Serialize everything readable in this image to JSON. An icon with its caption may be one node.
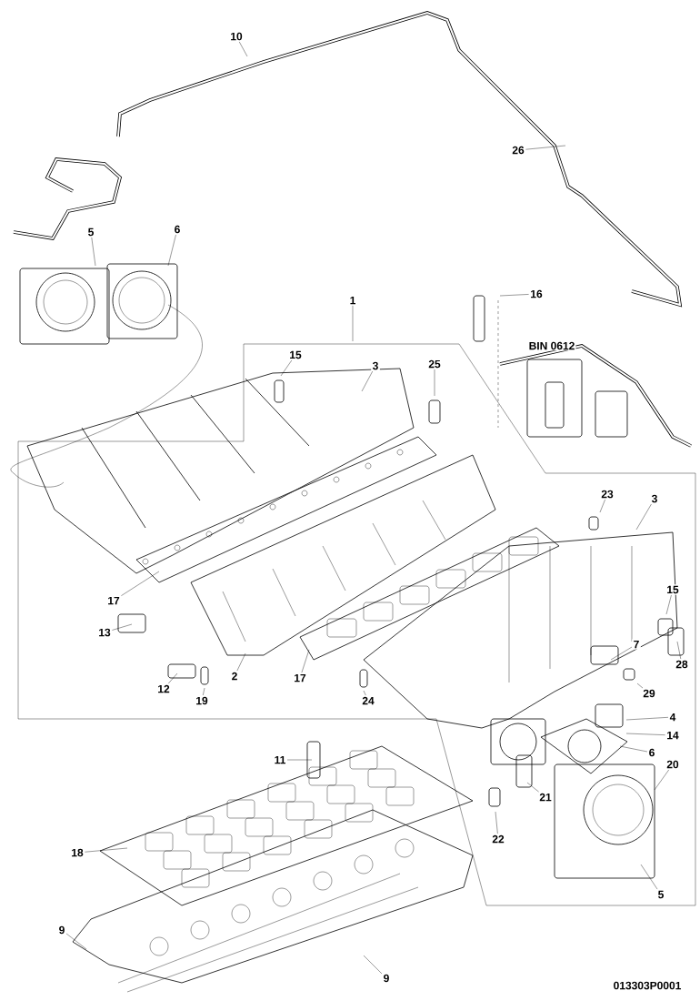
{
  "diagram": {
    "nodes": [
      {
        "text": [
          "10"
        ]
      },
      {
        "text": [
          "26"
        ]
      },
      {
        "text": [
          "5"
        ]
      },
      {
        "text": [
          "6"
        ]
      },
      {
        "text": [
          "1"
        ]
      },
      {
        "text": [
          "16"
        ]
      },
      {
        "text": [
          "15"
        ]
      },
      {
        "text": [
          "3"
        ]
      },
      {
        "text": [
          "25"
        ]
      },
      {
        "text": [
          "23"
        ]
      },
      {
        "text": [
          "3"
        ]
      },
      {
        "text": [
          "17"
        ]
      },
      {
        "text": [
          "15"
        ]
      },
      {
        "text": [
          "13"
        ]
      },
      {
        "text": [
          "7"
        ]
      },
      {
        "text": [
          "28"
        ]
      },
      {
        "text": [
          "12"
        ]
      },
      {
        "text": [
          "2"
        ]
      },
      {
        "text": [
          "17"
        ]
      },
      {
        "text": [
          "19"
        ]
      },
      {
        "text": [
          "24"
        ]
      },
      {
        "text": [
          "29"
        ]
      },
      {
        "text": [
          "4"
        ]
      },
      {
        "text": [
          "14"
        ]
      },
      {
        "text": [
          "11"
        ]
      },
      {
        "text": [
          "6"
        ]
      },
      {
        "text": [
          "20"
        ]
      },
      {
        "text": [
          "21"
        ]
      },
      {
        "text": [
          "22"
        ]
      },
      {
        "text": [
          "18"
        ]
      },
      {
        "text": [
          "5"
        ]
      },
      {
        "text": [
          "9"
        ]
      },
      {
        "text": [
          "9"
        ]
      }
    ],
    "edges": [
      {
        "from": 0,
        "to": null,
        "arrow": "none"
      },
      {
        "from": 1,
        "to": null,
        "arrow": "none"
      },
      {
        "from": 2,
        "to": null,
        "arrow": "none"
      },
      {
        "from": 3,
        "to": null,
        "arrow": "none"
      },
      {
        "from": 4,
        "to": null,
        "arrow": "none"
      },
      {
        "from": 5,
        "to": null,
        "arrow": "none"
      },
      {
        "from": 6,
        "to": null,
        "arrow": "none"
      },
      {
        "from": 7,
        "to": null,
        "arrow": "none"
      },
      {
        "from": 8,
        "to": null,
        "arrow": "none"
      },
      {
        "from": 9,
        "to": null,
        "arrow": "none"
      },
      {
        "from": 10,
        "to": null,
        "arrow": "none"
      },
      {
        "from": 11,
        "to": null,
        "arrow": "none"
      },
      {
        "from": 12,
        "to": null,
        "arrow": "none"
      },
      {
        "from": 13,
        "to": null,
        "arrow": "none"
      },
      {
        "from": 14,
        "to": null,
        "arrow": "none"
      },
      {
        "from": 15,
        "to": null,
        "arrow": "none"
      },
      {
        "from": 16,
        "to": null,
        "arrow": "none"
      },
      {
        "from": 17,
        "to": null,
        "arrow": "none"
      },
      {
        "from": 18,
        "to": null,
        "arrow": "none"
      },
      {
        "from": 19,
        "to": null,
        "arrow": "none"
      },
      {
        "from": 20,
        "to": null,
        "arrow": "none"
      },
      {
        "from": 21,
        "to": null,
        "arrow": "none"
      },
      {
        "from": 22,
        "to": null,
        "arrow": "none"
      },
      {
        "from": 23,
        "to": null,
        "arrow": "none"
      },
      {
        "from": 24,
        "to": null,
        "arrow": "none"
      },
      {
        "from": 25,
        "to": null,
        "arrow": "none"
      },
      {
        "from": 26,
        "to": null,
        "arrow": "none"
      },
      {
        "from": 27,
        "to": null,
        "arrow": "none"
      },
      {
        "from": 28,
        "to": null,
        "arrow": "none"
      },
      {
        "from": 29,
        "to": null,
        "arrow": "none"
      },
      {
        "from": 30,
        "to": null,
        "arrow": "none"
      },
      {
        "from": 31,
        "to": null,
        "arrow": "none"
      },
      {
        "from": 32,
        "to": null,
        "arrow": "none"
      }
    ],
    "labels": [
      "BIN 0612",
      "013303P0001"
    ]
  }
}
